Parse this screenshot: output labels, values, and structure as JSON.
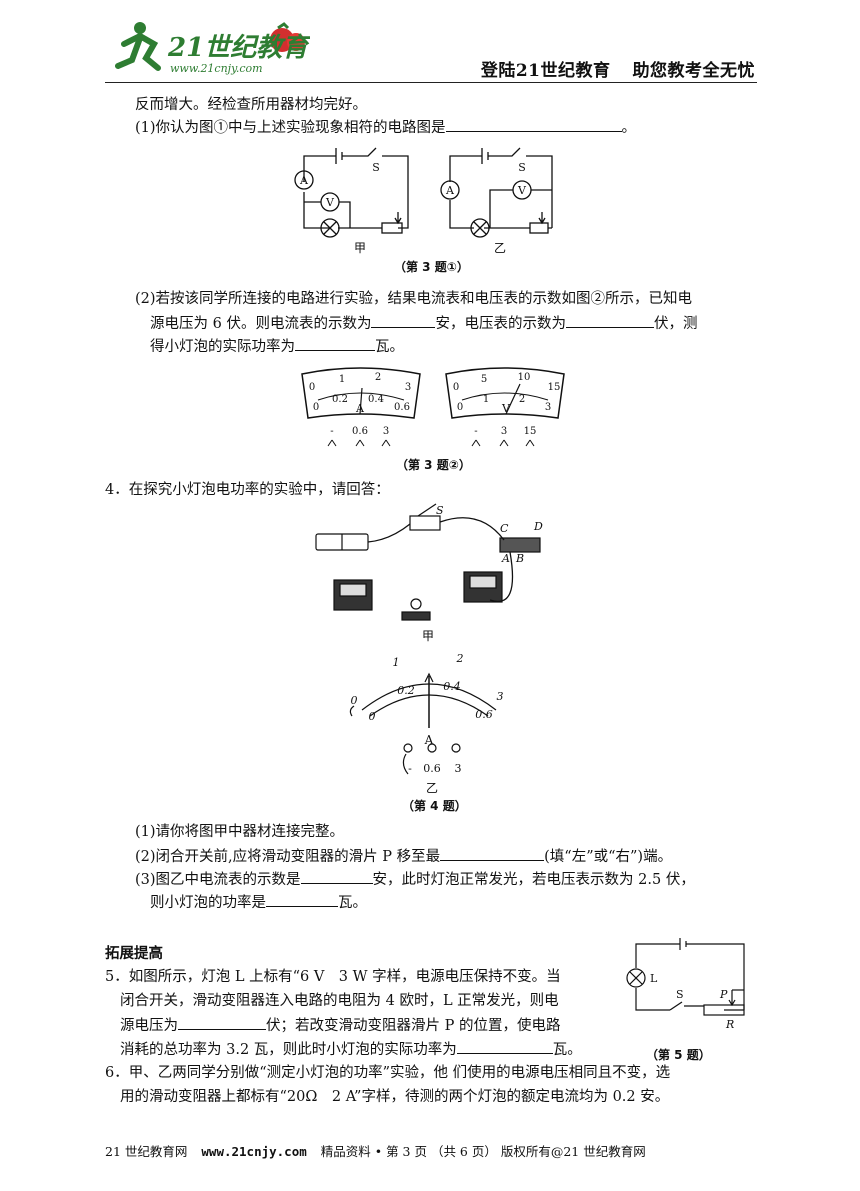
{
  "header": {
    "logo_text": "21世纪教育",
    "logo_url": "www.21cnjy.com",
    "slogan1": "登陆21世纪教育",
    "slogan2": "助您教考全无忧"
  },
  "q3": {
    "cont": "反而增大。经检查所用器材均完好。",
    "p1": "(1)你认为图①中与上述实验现象相符的电路图是",
    "p1_end": "。",
    "circuit_labels": {
      "s": "S",
      "a": "A",
      "v": "V",
      "jia": "甲",
      "yi": "乙"
    },
    "fig1_caption": "（第 3 题①）",
    "p2_l1": "(2)若按该同学所连接的电路进行实验，结果电流表和电压表的示数如图②所示，已知电",
    "p2_l2a": "源电压为 6 伏。则电流表的示数为",
    "p2_l2b": "安，电压表的示数为",
    "p2_l2c": "伏，测",
    "p2_l3a": "得小灯泡的实际功率为",
    "p2_l3b": "瓦。",
    "ammeter": {
      "top_ticks": [
        "0",
        "1",
        "2",
        "3"
      ],
      "bottom_ticks": [
        "0",
        "0.2",
        "0.4",
        "0.6"
      ],
      "unit": "A",
      "terminals": [
        "-",
        "0.6",
        "3"
      ]
    },
    "voltmeter": {
      "top_ticks": [
        "0",
        "5",
        "10",
        "15"
      ],
      "bottom_ticks": [
        "0",
        "1",
        "2",
        "3"
      ],
      "unit": "V",
      "terminals": [
        "-",
        "3",
        "15"
      ]
    },
    "fig2_caption": "（第 3 题②）"
  },
  "q4": {
    "stem": "4．在探究小灯泡电功率的实验中，请回答：",
    "labels": {
      "s": "S",
      "c": "C",
      "d": "D",
      "a": "A",
      "b": "B",
      "jia": "甲"
    },
    "meter": {
      "top_ticks": [
        "1",
        "2"
      ],
      "bottom_ticks": [
        "0",
        "0.2",
        "0.4",
        "0.6"
      ],
      "end_top": "3",
      "unit": "A",
      "terminals": [
        "-",
        "0.6",
        "3"
      ],
      "zero_top": "0"
    },
    "yi": "乙",
    "caption": "（第 4 题）",
    "p1": "(1)请你将图甲中器材连接完整。",
    "p2a": "(2)闭合开关前,应将滑动变阻器的滑片 P 移至最",
    "p2b": "(填“左”或“右”)端。",
    "p3a": "(3)图乙中电流表的示数是",
    "p3b": "安，此时灯泡正常发光，若电压表示数为 2.5 伏，",
    "p3c": "则小灯泡的功率是",
    "p3d": "瓦。"
  },
  "section_title": "拓展提高",
  "q5": {
    "l1": "5．如图所示，灯泡 L 上标有“6 V　3 W 字样，电源电压保持不变。当",
    "l2": "闭合开关，滑动变阻器连入电路的电阻为 4 欧时，L 正常发光，则电",
    "l3a": "源电压为",
    "l3b": "伏；若改变滑动变阻器滑片 P 的位置，使电路",
    "l4a": "消耗的总功率为 3.2 瓦，则此时小灯泡的实际功率为",
    "l4b": "瓦。",
    "labels": {
      "l": "L",
      "s": "S",
      "p": "P",
      "r": "R"
    },
    "caption": "（第 5 题）"
  },
  "q6": {
    "l1": "6．甲、乙两同学分别做“测定小灯泡的功率”实验，他 们使用的电源电压相同且不变，选",
    "l2": "用的滑动变阻器上都标有“20Ω　2 A”字样，待测的两个灯泡的额定电流均为 0.2 安。"
  },
  "footer": {
    "site": "21 世纪教育网",
    "url": "www.21cnjy.com",
    "info": "精品资料 • 第 3 页 （共 6 页） 版权所有@21 世纪教育网"
  }
}
